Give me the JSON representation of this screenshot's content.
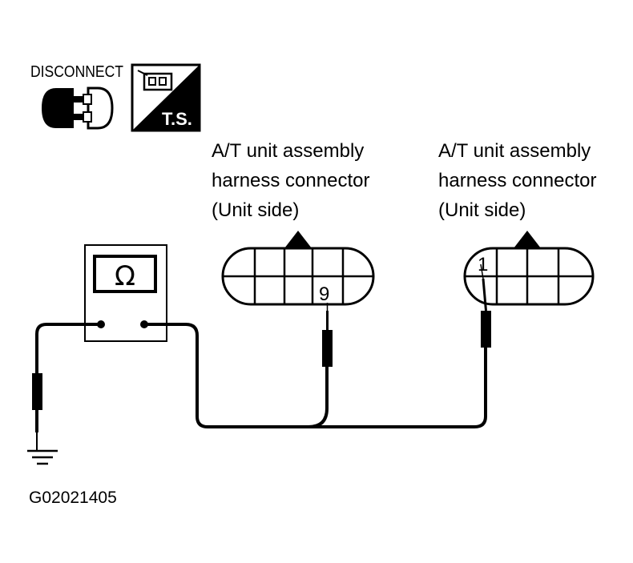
{
  "icons": {
    "disconnect_label": "DISCONNECT",
    "ts_label": "T.S."
  },
  "meter": {
    "symbol": "Ω"
  },
  "connectors": [
    {
      "label_line1": "A/T unit assembly",
      "label_line2": "harness connector",
      "label_line3": "(Unit side)",
      "terminal": "9"
    },
    {
      "label_line1": "A/T unit assembly",
      "label_line2": "harness connector",
      "label_line3": "(Unit side)",
      "terminal": "1"
    }
  ],
  "figure_id": "G02021405"
}
